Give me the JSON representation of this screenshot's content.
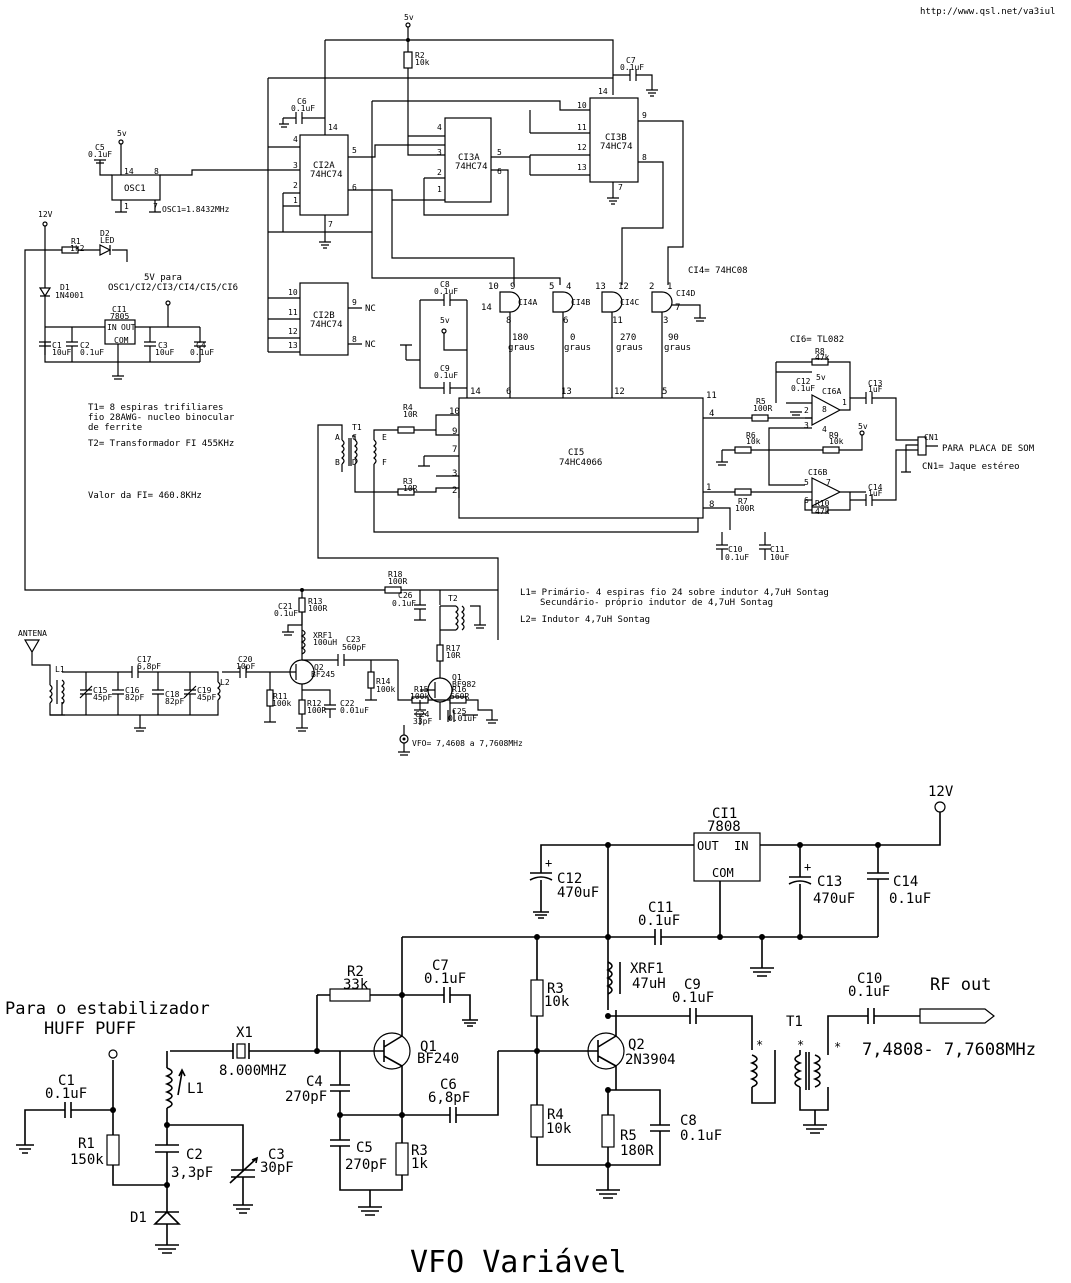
{
  "url": "http://www.qsl.net/va3iul",
  "top": {
    "v5": "5v",
    "v12": "12V",
    "r2": [
      "R2",
      "10k"
    ],
    "c7": [
      "C7",
      "0.1uF"
    ],
    "c6": [
      "C6",
      "0.1uF"
    ],
    "c5": [
      "C5",
      "0.1uF"
    ],
    "ci2a": [
      "CI2A",
      "74HC74"
    ],
    "ci3a": [
      "CI3A",
      "74HC74"
    ],
    "ci3b": [
      "CI3B",
      "74HC74"
    ],
    "ci2b": [
      "CI2B",
      "74HC74"
    ],
    "osc1": "OSC1",
    "osc_note": "OSC1=1.8432MHz",
    "r1": [
      "R1",
      "1k2"
    ],
    "d2": [
      "D2",
      "LED"
    ],
    "d1": [
      "D1",
      "1N4001"
    ],
    "ci1": [
      "CI1",
      "7805",
      "IN",
      "OUT",
      "COM"
    ],
    "c1": [
      "C1",
      "10uF"
    ],
    "c2": [
      "C2",
      "0.1uF"
    ],
    "c3": [
      "C3",
      "10uF"
    ],
    "c4": [
      "C4",
      "0.1uF"
    ],
    "v5para": [
      "5V para",
      "OSC1/CI2/CI3/CI4/CI5/CI6"
    ],
    "ci4": "CI4= 74HC08",
    "ci4a": "CI4A",
    "ci4b": "CI4B",
    "ci4c": "CI4C",
    "ci4d": "CI4D",
    "deg": [
      "180",
      "0",
      "270",
      "90"
    ],
    "graus": "graus",
    "c8": [
      "C8",
      "0.1uF"
    ],
    "c9": [
      "C9",
      "0.1uF"
    ],
    "ci5": [
      "CI5",
      "74HC4066"
    ],
    "ci6": "CI6= TL082",
    "ci6a": "CI6A",
    "ci6b": "CI6B",
    "r8": [
      "R8",
      "47k"
    ],
    "c12": [
      "C12",
      "0.1uF"
    ],
    "c13": [
      "C13",
      "1uF"
    ],
    "c14": [
      "C14",
      "1uF"
    ],
    "r5": [
      "R5",
      "100R"
    ],
    "r6": [
      "R6",
      "10k"
    ],
    "r9": [
      "R9",
      "10k"
    ],
    "r7": [
      "R7",
      "100R"
    ],
    "r10": [
      "R10",
      "47k"
    ],
    "cn1": "CN1",
    "placa": "PARA PLACA DE SOM",
    "cn1_note": "CN1= Jaque estéreo",
    "c10": [
      "C10",
      "0.1uF"
    ],
    "c11": [
      "C11",
      "10uF"
    ],
    "r4": [
      "R4",
      "10R"
    ],
    "r3": [
      "R3",
      "10R"
    ],
    "t1": "T1",
    "t1_note": [
      "T1= 8 espiras trifiliares",
      "fio 28AWG- nucleo binocular",
      "de ferrite"
    ],
    "t2_note": "T2= Transformador FI 455KHz",
    "fi_note": "Valor da FI= 460.8KHz",
    "nc": "NC",
    "antena": "ANTENA",
    "l1": "L1",
    "l2": "L2",
    "c17": [
      "C17",
      "6,8pF"
    ],
    "c15": [
      "C15",
      "45pF"
    ],
    "c16": [
      "C16",
      "82pF"
    ],
    "c18": [
      "C18",
      "82pF"
    ],
    "c19": [
      "C19",
      "45pF"
    ],
    "c20": [
      "C20",
      "10pF"
    ],
    "r11": [
      "R11",
      "100k"
    ],
    "q2": [
      "Q2",
      "BF245"
    ],
    "r12": [
      "R12",
      "100R"
    ],
    "c22": [
      "C22",
      "0.01uF"
    ],
    "r13": [
      "R13",
      "100R"
    ],
    "c21": [
      "C21",
      "0.1uF"
    ],
    "xrf1": [
      "XRF1",
      "100uH"
    ],
    "c23": [
      "C23",
      "560pF"
    ],
    "r14": [
      "R14",
      "100k"
    ],
    "r18": [
      "R18",
      "100R"
    ],
    "c26": [
      "C26",
      "0.1uF"
    ],
    "t2": "T2",
    "r17": [
      "R17",
      "10R"
    ],
    "q1": [
      "Q1",
      "BF982"
    ],
    "r15": [
      "R15",
      "100k"
    ],
    "r16": [
      "R16",
      "560R"
    ],
    "c24": [
      "C24",
      "33pF"
    ],
    "c25": [
      "C25",
      "0.01uF"
    ],
    "vfo": "VFO= 7,4608 a 7,7608MHz",
    "l_notes": [
      "L1= Primário- 4 espiras fio 24 sobre indutor 4,7uH Sontag",
      "Secundário- próprio indutor de 4,7uH Sontag",
      "L2= Indutor 4,7uH Sontag"
    ]
  },
  "bottom": {
    "title": "VFO Variável",
    "v12": "12V",
    "ci1": [
      "CI1",
      "7808",
      "OUT",
      "IN",
      "COM"
    ],
    "c12": [
      "C12",
      "470uF"
    ],
    "c13": [
      "C13",
      "470uF"
    ],
    "c14": [
      "C14",
      "0.1uF"
    ],
    "c11": [
      "C11",
      "0.1uF"
    ],
    "xrf1": [
      "XRF1",
      "47uH"
    ],
    "r2": [
      "R2",
      "33k"
    ],
    "c7": [
      "C7",
      "0.1uF"
    ],
    "r3a": [
      "R3",
      "10k"
    ],
    "q1": [
      "Q1",
      "BF240"
    ],
    "q2": [
      "Q2",
      "2N3904"
    ],
    "x1": [
      "X1",
      "8.000MHZ"
    ],
    "l1": "L1",
    "c9": [
      "C9",
      "0.1uF"
    ],
    "c10": [
      "C10",
      "0.1uF"
    ],
    "rfout": "RF out",
    "t1": "T1",
    "range": "7,4808- 7,7608MHz",
    "para": [
      "Para o estabilizador",
      "HUFF PUFF"
    ],
    "c1": [
      "C1",
      "0.1uF"
    ],
    "r1": [
      "R1",
      "150k"
    ],
    "c2": [
      "C2",
      "3,3pF"
    ],
    "c3": [
      "C3",
      "30pF"
    ],
    "c4": [
      "C4",
      "270pF"
    ],
    "c5": [
      "C5",
      "270pF"
    ],
    "c6": [
      "C6",
      "6,8pF"
    ],
    "r3b": [
      "R3",
      "1k"
    ],
    "r4": [
      "R4",
      "10k"
    ],
    "r5": [
      "R5",
      "180R"
    ],
    "c8": [
      "C8",
      "0.1uF"
    ],
    "d1": "D1"
  }
}
